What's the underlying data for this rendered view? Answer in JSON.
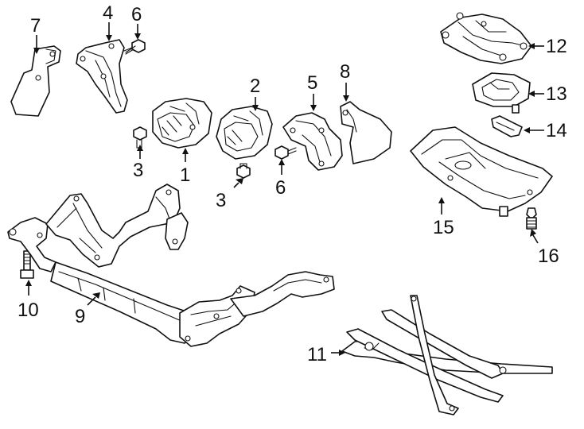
{
  "callouts": {
    "c1": "1",
    "c2": "2",
    "c3a": "3",
    "c3b": "3",
    "c4": "4",
    "c5": "5",
    "c6a": "6",
    "c6b": "6",
    "c7": "7",
    "c8": "8",
    "c9": "9",
    "c10": "10",
    "c11": "11",
    "c12": "12",
    "c13": "13",
    "c14": "14",
    "c15": "15",
    "c16": "16"
  }
}
